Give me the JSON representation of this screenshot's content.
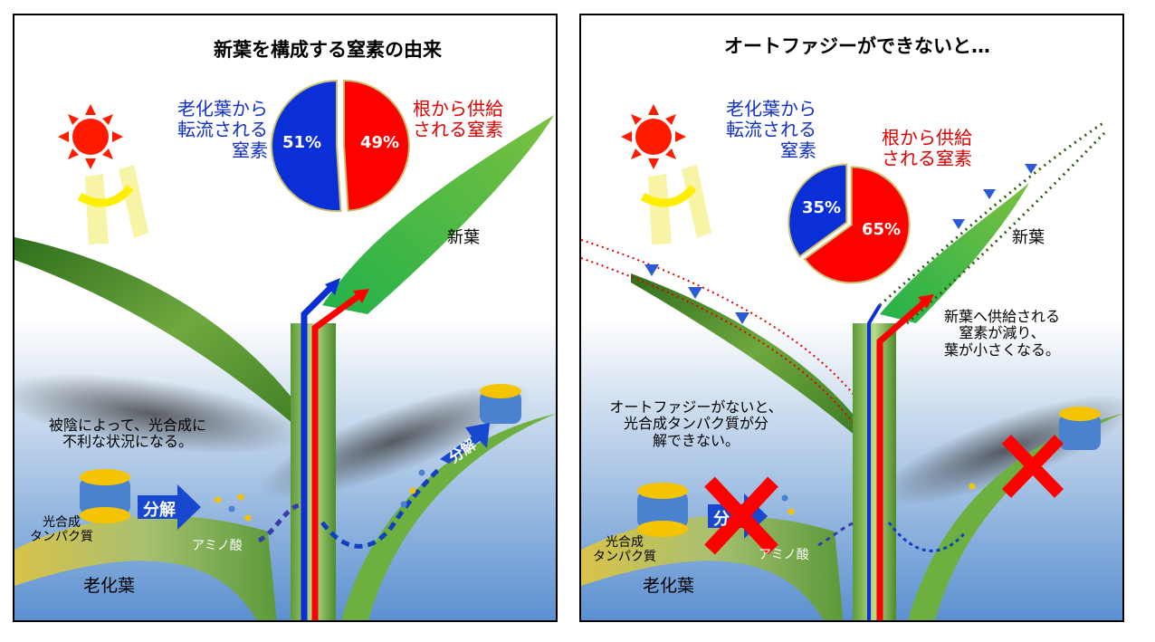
{
  "left": {
    "title": "新葉を構成する窒素の由来",
    "pie": {
      "senescent_pct": "51%",
      "root_pct": "49%",
      "senescent_value": 51,
      "root_value": 49
    },
    "senescent_label": "老化葉から\n転流される\n窒素",
    "root_label": "根から供給\nされる窒素",
    "new_leaf": "新葉",
    "shade_note": "被陰によって、光合成に\n不利な状況になる。",
    "protein_label": "光合成\nタンパク質",
    "degrade_1": "分解",
    "degrade_2": "分解",
    "amino_acid": "アミノ酸",
    "old_leaf": "老化葉"
  },
  "right": {
    "title": "オートファジーができないと…",
    "pie": {
      "senescent_pct": "35%",
      "root_pct": "65%",
      "senescent_value": 35,
      "root_value": 65
    },
    "senescent_label": "老化葉から\n転流される\n窒素",
    "root_label": "根から供給\nされる窒素",
    "new_leaf": "新葉",
    "result_note": "新葉へ供給される\n窒素が減り、\n葉が小さくなる。",
    "no_autophagy_note": "オートファジーがないと、\n光合成タンパク質が分\n解できない。",
    "protein_label": "光合成\nタンパク質",
    "degrade_1": "分",
    "amino_acid": "アミノ酸",
    "old_leaf": "老化葉"
  },
  "colors": {
    "senescent": "#0a2fd6",
    "root": "#ff0000",
    "leaf": "#4a8a2a",
    "sky": "#ffffff",
    "ground": "#4f86c8"
  },
  "icons": [
    "sun-icon",
    "protein-complex-icon",
    "cross-mark-icon"
  ]
}
